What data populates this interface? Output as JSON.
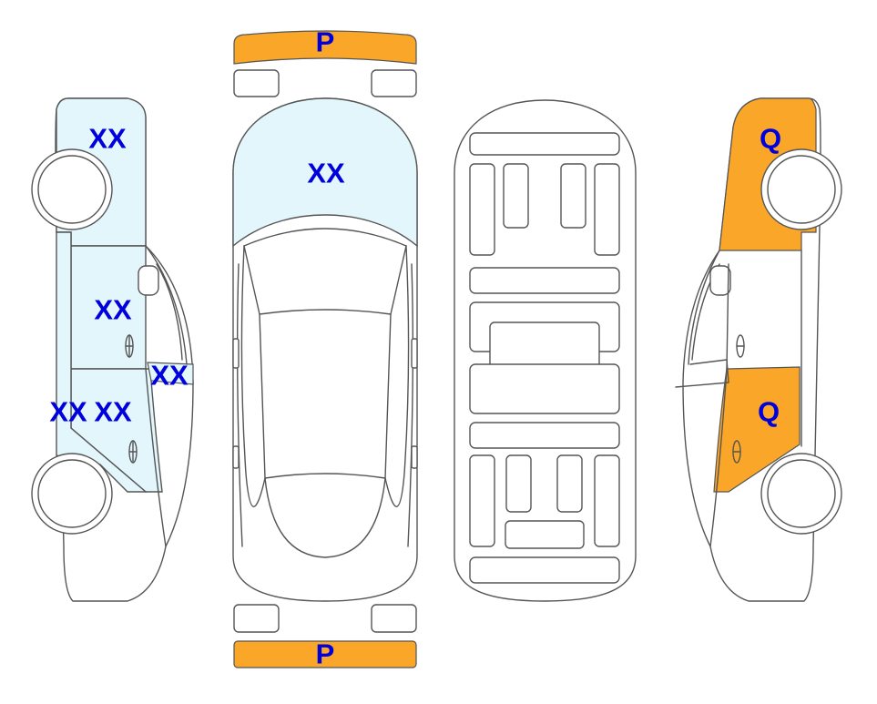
{
  "colors": {
    "outline": "#555555",
    "glass": "#e3f6fc",
    "damage_orange": "#f9a629",
    "label": "#0000dd"
  },
  "labels": {
    "front_bumper": "P",
    "rear_bumper": "P",
    "top_roof": "XX",
    "left_rear_quarter": "XX",
    "left_rear_door": "XX",
    "left_rear_door_handle": "XX",
    "left_lower_a": "XX",
    "left_lower_b": "XX",
    "right_rear_quarter": "Q",
    "right_rear_door": "Q"
  }
}
